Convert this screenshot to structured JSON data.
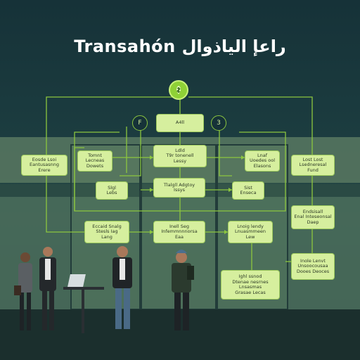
{
  "title": "Transahón راعإ الياذوال",
  "badges": {
    "left": "F",
    "right": "3",
    "top_icon": "dollar-leaf-icon"
  },
  "colors": {
    "accent": "#8fd136",
    "box_fill": "#d6ef9e",
    "line": "#8cc63f"
  },
  "nodes": [
    {
      "id": "top",
      "lines": [
        "A4ll"
      ]
    },
    {
      "id": "c1",
      "lines": [
        "Ldld",
        "T9r tonenell",
        "Lessy"
      ]
    },
    {
      "id": "c2",
      "lines": [
        "Tlalgll Adgtoy",
        "Issys"
      ]
    },
    {
      "id": "c3",
      "lines": [
        "Inell Seg",
        "Infemmnnnorsa",
        "Eaa"
      ]
    },
    {
      "id": "l1",
      "lines": [
        "Tomnt",
        "Lecneas",
        "Dowets"
      ]
    },
    {
      "id": "l2",
      "lines": [
        "Slgl",
        "Lebs"
      ]
    },
    {
      "id": "l3",
      "lines": [
        "Eccaid Snalg",
        "Stesls Iag",
        "Lang"
      ]
    },
    {
      "id": "r1",
      "lines": [
        "Lnaf",
        "Uoedes ool",
        "Elasons"
      ]
    },
    {
      "id": "r2",
      "lines": [
        "Sist",
        "Enseca"
      ]
    },
    {
      "id": "r3",
      "lines": [
        "Lnoig lendy",
        "Lnuasmmeen",
        "Lew"
      ]
    },
    {
      "id": "fl",
      "lines": [
        "Eosde Lsoi",
        "Eantusasnng",
        "Erere"
      ]
    },
    {
      "id": "fr1",
      "lines": [
        "Lost Lost",
        "Lsedneresal",
        "Fund"
      ]
    },
    {
      "id": "fr2",
      "lines": [
        "Endsisall",
        "Enal Inteseonsal",
        "Daep"
      ]
    },
    {
      "id": "fr3",
      "lines": [
        "Inole Lenvt",
        "Unsoocousaa",
        "Dooes Deoces"
      ]
    },
    {
      "id": "br",
      "lines": [
        "Ighl ssnod",
        "Dtenae nesrnes",
        "Lnsasmas",
        "Grasae Lecas"
      ]
    }
  ]
}
